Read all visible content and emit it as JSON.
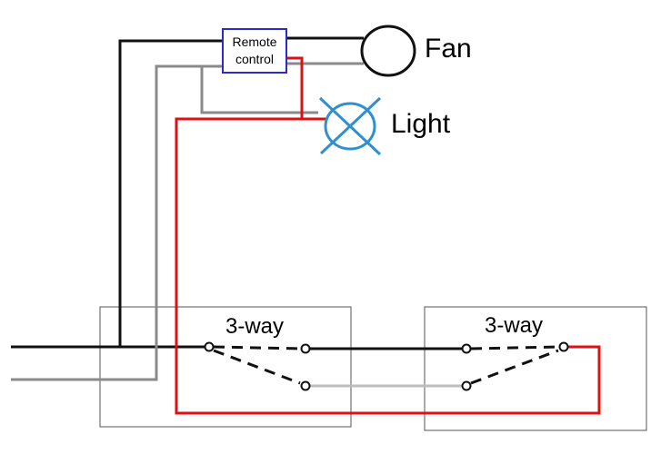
{
  "labels": {
    "remote_line1": "Remote",
    "remote_line2": "control",
    "fan": "Fan",
    "light": "Light",
    "switch_left": "3-way",
    "switch_right": "3-way"
  },
  "colors": {
    "hot_wire": "#111111",
    "neutral_wire": "#8a8a8a",
    "switched_wire": "#dd1111",
    "traveler_wire": "#bdbdbd",
    "remote_box": "#2a2ad0",
    "light_symbol": "#2f8fd0",
    "switch_box": "#555555"
  },
  "icons": [
    "fan-symbol",
    "light-bulb-symbol",
    "switch-terminal"
  ]
}
